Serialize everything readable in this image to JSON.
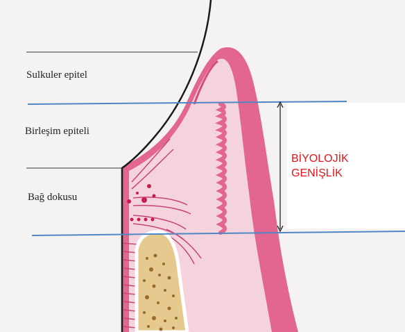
{
  "labels": {
    "sulcular_epithelium": "Sulkuler epitel",
    "junctional_epithelium": "Birleşim epiteli",
    "connective_tissue": "Bağ dokusu"
  },
  "biologic_width": {
    "line1": "BİYOLOJİK",
    "line2": "GENİŞLİK",
    "color": "#e8141c"
  },
  "colors": {
    "background": "#f4f3f1",
    "gingiva_light": "#f5d3dd",
    "gingiva_dark": "#e2668f",
    "bone": "#e6c98f",
    "reference_lines": "#4f86c6"
  }
}
